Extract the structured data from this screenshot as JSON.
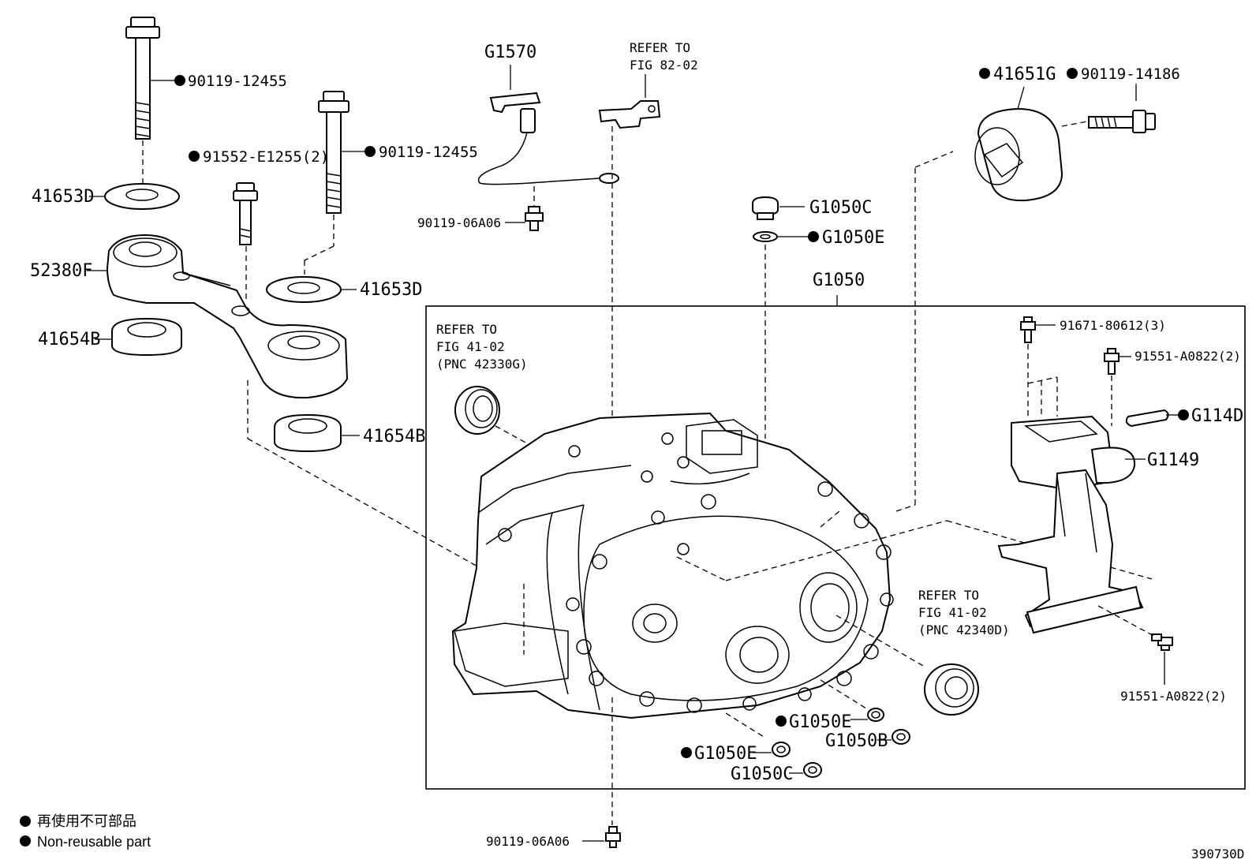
{
  "labels": {
    "bolt_top_left": "90119-12455",
    "bolt_mid": "90119-12455",
    "bolt_small": "91552-E1255(2)",
    "washer_top": "41653D",
    "washer_mid": "41653D",
    "bracket": "52380F",
    "cushion_left": "41654B",
    "cushion_right": "41654B",
    "wire": "G1570",
    "refer82_line1": "REFER TO",
    "refer82_line2": "FIG 82-02",
    "bolt_wire": "90119-06A06",
    "plug_top": "G1050C",
    "gasket_top": "G1050E",
    "assembly": "G1050",
    "refer41a_line1": "REFER TO",
    "refer41a_line2": "FIG 41-02",
    "refer41a_line3": "(PNC 42330G)",
    "refer41b_line1": "REFER TO",
    "refer41b_line2": "FIG 41-02",
    "refer41b_line3": "(PNC 42340D)",
    "mount_right": "41651G",
    "bolt_right": "90119-14186",
    "bolt_3": "91671-80612(3)",
    "bolt_2a": "91551-A0822(2)",
    "breather": "G114D",
    "bracket_right": "G1149",
    "bolt_2b": "91551-A0822(2)",
    "gasket_b1": "G1050E",
    "plug_b1": "G1050B",
    "gasket_b2": "G1050E",
    "plug_b2": "G1050C",
    "bolt_bottom": "90119-06A06"
  },
  "legend": {
    "japanese": "再使用不可部品",
    "english": "Non-reusable part"
  },
  "figure_number": "390730D"
}
